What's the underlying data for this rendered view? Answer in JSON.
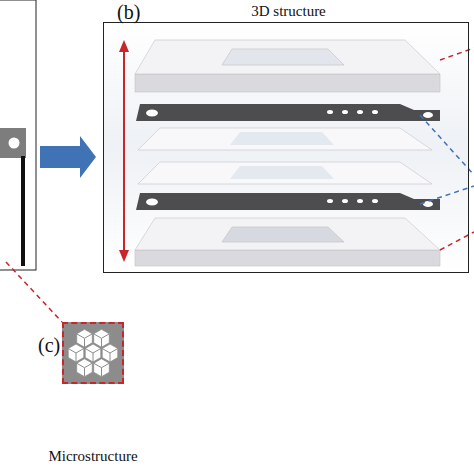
{
  "diagram": {
    "nodes": [
      {
        "text": [
          "(b)",
          "3D structure"
        ]
      },
      {
        "text": [
          "(c)",
          "Microstructure"
        ]
      }
    ]
  }
}
